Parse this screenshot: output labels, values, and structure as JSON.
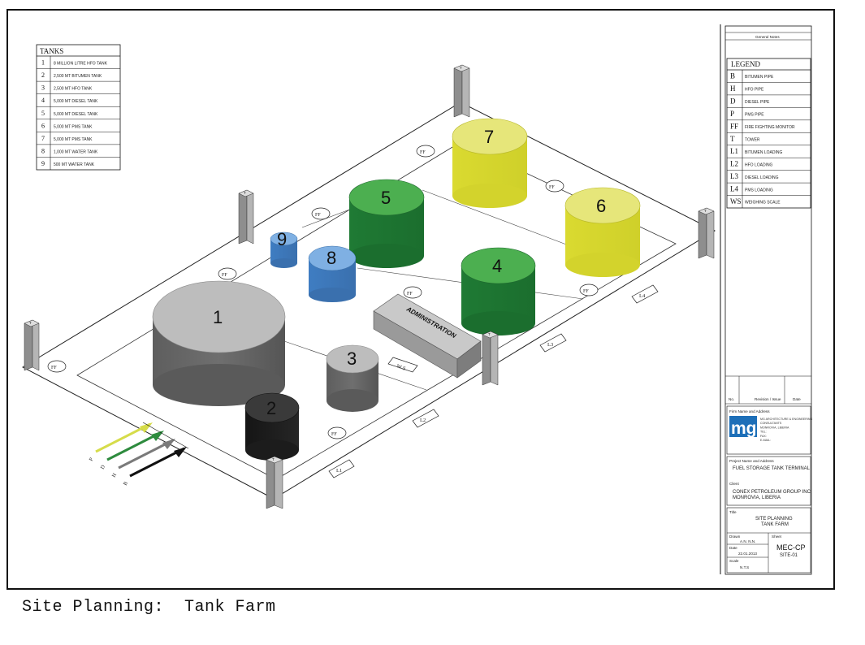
{
  "caption": "Site Planning:  Tank Farm",
  "tanks_table": {
    "header": "TANKS",
    "rows": [
      {
        "num": "1",
        "desc": "8 MILLION LITRE HFO TANK"
      },
      {
        "num": "2",
        "desc": "2,500 MT BITUMEN TANK"
      },
      {
        "num": "3",
        "desc": "2,500 MT HFO TANK"
      },
      {
        "num": "4",
        "desc": "5,000 MT DIESEL TANK"
      },
      {
        "num": "5",
        "desc": "5,000 MT DIESEL TANK"
      },
      {
        "num": "6",
        "desc": "5,000 MT PMS TANK"
      },
      {
        "num": "7",
        "desc": "5,000 MT PMS TANK"
      },
      {
        "num": "8",
        "desc": "1,000 MT WATER TANK"
      },
      {
        "num": "9",
        "desc": "500 MT WATER TANK"
      }
    ]
  },
  "legend": {
    "general_notes": "General Notes",
    "header": "LEGEND",
    "rows": [
      {
        "key": "B",
        "desc": "BITUMEN PIPE"
      },
      {
        "key": "H",
        "desc": "HFO PIPE"
      },
      {
        "key": "D",
        "desc": "DIESEL PIPE"
      },
      {
        "key": "P",
        "desc": "PMS PIPE"
      },
      {
        "key": "FF",
        "desc": "FIRE FIGHTING MONITOR"
      },
      {
        "key": "T",
        "desc": "TOWER"
      },
      {
        "key": "L1",
        "desc": "BITUMEN LOADING"
      },
      {
        "key": "L2",
        "desc": "HFO LOADING"
      },
      {
        "key": "L3",
        "desc": "DIESEL LOADING"
      },
      {
        "key": "L4",
        "desc": "PMS LOADING"
      },
      {
        "key": "WS",
        "desc": "WEIGHING SCALE"
      }
    ]
  },
  "title_block": {
    "rev_no": "No.",
    "rev_revision": "Revision / Issue",
    "rev_date": "Date",
    "firm_label": "Firm Name and Address",
    "logo": "mg",
    "firm_lines": [
      "MG ARCHITECTURE & ENGINEERING",
      "CONSULTANTS",
      "MONROVIA, LIBERIA",
      "TEL:",
      "FAX:",
      "E-MAIL:"
    ],
    "project_label": "Project Name and Address",
    "project_name": "FUEL STORAGE TANK TERMINAL",
    "client_label": "Client",
    "client_lines": [
      "CONEX PETROLEUM GROUP INC",
      "MONROVIA, LIBERIA"
    ],
    "sheet_label": "Title",
    "sheet_lines": [
      "SITE PLANNING",
      "TANK FARM"
    ],
    "drawn_label": "Drawn",
    "drawn_val": "A.N. N.N.",
    "date_label": "Date",
    "date_val": "22.01.2013",
    "scale_label": "Scale",
    "scale_val": "N.T.S",
    "sheet_no_label": "Sheet",
    "sheet_no": "MEC-CP",
    "sheet_sub": "SITE-01"
  },
  "site_labels": {
    "tanks": [
      "1",
      "2",
      "3",
      "4",
      "5",
      "6",
      "7",
      "8",
      "9"
    ],
    "admin": "ADMINISTRATION",
    "ws": "W S",
    "ff": "FF",
    "tower": "T",
    "loading": [
      "L1",
      "L2",
      "L3",
      "L4"
    ],
    "pipes": [
      "P",
      "D",
      "H",
      "B"
    ]
  },
  "colors": {
    "hfo_gray": "#bdbdbd",
    "bitumen": "#2b2b2b",
    "diesel_green": "#4caf50",
    "pms_yellow": "#e6e66a",
    "water_blue": "#4a86c8",
    "pipe_p": "#d6dc4a",
    "pipe_d": "#2e8b3e",
    "pipe_h": "#7a7a7a",
    "pipe_b": "#111111"
  }
}
